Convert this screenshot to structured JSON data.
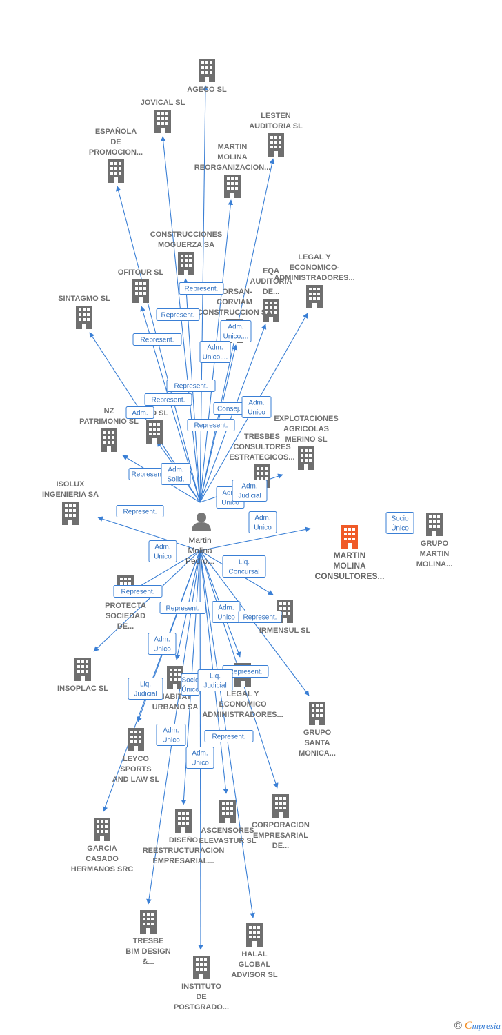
{
  "center_person": {
    "lines": [
      "Martin",
      "Molina",
      "Pedro..."
    ],
    "icon": "person-icon"
  },
  "colors": {
    "edge": "#3a7fd5",
    "building": "#6f6f6f",
    "highlight": "#f05a28",
    "label_text": "#2f6fbf"
  },
  "nodes": [
    {
      "id": "ageco",
      "lines": [
        "AGECO SL"
      ],
      "icon": "building-icon"
    },
    {
      "id": "jovical",
      "lines": [
        "JOVICAL SL"
      ],
      "icon": "building-icon"
    },
    {
      "id": "lesten",
      "lines": [
        "LESTEN",
        "AUDITORIA  SL"
      ],
      "icon": "building-icon"
    },
    {
      "id": "espanola",
      "lines": [
        "ESPAÑOLA",
        "DE",
        "PROMOCION..."
      ],
      "icon": "building-icon"
    },
    {
      "id": "mmreorg",
      "lines": [
        "MARTIN",
        "MOLINA",
        "REORGANIZACION..."
      ],
      "icon": "building-icon"
    },
    {
      "id": "construcciones",
      "lines": [
        "CONSTRUCCIONES",
        "MOGUERZA SA"
      ],
      "icon": "building-icon"
    },
    {
      "id": "legal1",
      "lines": [
        "LEGAL Y",
        "ECONOMICO-",
        "ADMINISTRADORES..."
      ],
      "icon": "building-icon"
    },
    {
      "id": "ofitour",
      "lines": [
        "OFITOUR SL"
      ],
      "icon": "building-icon"
    },
    {
      "id": "eqa",
      "lines": [
        "EQA",
        "AUDITORIA",
        "DE..."
      ],
      "icon": "building-icon"
    },
    {
      "id": "sintagmo",
      "lines": [
        "SINTAGMO  SL"
      ],
      "icon": "building-icon"
    },
    {
      "id": "corsan",
      "lines": [
        "CORSAN-",
        "CORVIAM",
        "CONSTRUCCION SA"
      ],
      "icon": "building-icon"
    },
    {
      "id": "nz",
      "lines": [
        "NZ",
        "PATRIMONIO SL"
      ],
      "icon": "building-icon"
    },
    {
      "id": "bed",
      "lines": [
        "BED SL"
      ],
      "icon": "building-icon"
    },
    {
      "id": "explotaciones",
      "lines": [
        "EXPLOTACIONES",
        "AGRICOLAS",
        "MERINO SL"
      ],
      "icon": "building-icon"
    },
    {
      "id": "tresbe_cons",
      "lines": [
        "TRESBES",
        "CONSULTORES",
        "ESTRATEGICOS..."
      ],
      "icon": "building-icon"
    },
    {
      "id": "isolux",
      "lines": [
        "ISOLUX",
        "INGENIERIA SA"
      ],
      "icon": "building-icon"
    },
    {
      "id": "mmconsultores",
      "lines": [
        "MARTIN",
        "MOLINA",
        "CONSULTORES..."
      ],
      "icon": "building-icon",
      "highlight": true
    },
    {
      "id": "grupo_mm",
      "lines": [
        "GRUPO",
        "MARTIN",
        "MOLINA..."
      ],
      "icon": "building-icon"
    },
    {
      "id": "protecta",
      "lines": [
        "PROTECTA",
        "SOCIEDAD",
        "DE..."
      ],
      "icon": "building-icon"
    },
    {
      "id": "irmensul",
      "lines": [
        "IRMENSUL SL"
      ],
      "icon": "building-icon"
    },
    {
      "id": "insoplac",
      "lines": [
        "INSOPLAC SL"
      ],
      "icon": "building-icon"
    },
    {
      "id": "habitat",
      "lines": [
        "HABITAT",
        "URBANO SA"
      ],
      "icon": "building-icon"
    },
    {
      "id": "legal2",
      "lines": [
        "LEGAL Y",
        "ECONOMICO",
        "ADMINISTRADORES..."
      ],
      "icon": "building-icon"
    },
    {
      "id": "grupo_santa",
      "lines": [
        "GRUPO",
        "SANTA",
        "MONICA..."
      ],
      "icon": "building-icon"
    },
    {
      "id": "leyco",
      "lines": [
        "LEYCO",
        "SPORTS",
        "AND LAW  SL"
      ],
      "icon": "building-icon"
    },
    {
      "id": "ascensores",
      "lines": [
        "ASCENSORES",
        "ELEVASTUR SL"
      ],
      "icon": "building-icon"
    },
    {
      "id": "corporacion",
      "lines": [
        "CORPORACION",
        "EMPRESARIAL",
        "DE..."
      ],
      "icon": "building-icon"
    },
    {
      "id": "garcia",
      "lines": [
        "GARCIA",
        "CASADO",
        "HERMANOS SRC"
      ],
      "icon": "building-icon"
    },
    {
      "id": "diseno",
      "lines": [
        "DISEÑO",
        "REESTRUCTURACION",
        "EMPRESARIAL..."
      ],
      "icon": "building-icon"
    },
    {
      "id": "tresbe_bim",
      "lines": [
        "TRESBE",
        "BIM DESIGN",
        "&..."
      ],
      "icon": "building-icon"
    },
    {
      "id": "halal",
      "lines": [
        "HALAL",
        "GLOBAL",
        "ADVISOR  SL"
      ],
      "icon": "building-icon"
    },
    {
      "id": "instituto",
      "lines": [
        "INSTITUTO",
        "DE",
        "POSTGRADO..."
      ],
      "icon": "building-icon"
    }
  ],
  "edge_labels": [
    {
      "lines": [
        "Represent."
      ]
    },
    {
      "lines": [
        "Represent."
      ]
    },
    {
      "lines": [
        "Adm.",
        "Unico,..."
      ]
    },
    {
      "lines": [
        "Represent."
      ]
    },
    {
      "lines": [
        "Adm.",
        "Unico,..."
      ]
    },
    {
      "lines": [
        "Represent."
      ]
    },
    {
      "lines": [
        "Represent."
      ]
    },
    {
      "lines": [
        "Adm."
      ]
    },
    {
      "lines": [
        "Consej."
      ]
    },
    {
      "lines": [
        "Adm.",
        "Unico"
      ]
    },
    {
      "lines": [
        "Represent."
      ]
    },
    {
      "lines": [
        "Represent."
      ]
    },
    {
      "lines": [
        "Adm.",
        "Solid."
      ]
    },
    {
      "lines": [
        "Adm.",
        "Unico"
      ]
    },
    {
      "lines": [
        "Adm.",
        "Judicial"
      ]
    },
    {
      "lines": [
        "Represent."
      ]
    },
    {
      "lines": [
        "Adm.",
        "Unico"
      ]
    },
    {
      "lines": [
        "Socio",
        "Único"
      ]
    },
    {
      "lines": [
        "Adm.",
        "Unico"
      ]
    },
    {
      "lines": [
        "Liq.",
        "Concursal"
      ]
    },
    {
      "lines": [
        "Represent."
      ]
    },
    {
      "lines": [
        "Represent."
      ]
    },
    {
      "lines": [
        "Adm.",
        "Unico"
      ]
    },
    {
      "lines": [
        "Represent."
      ]
    },
    {
      "lines": [
        "Adm.",
        "Unico"
      ]
    },
    {
      "lines": [
        "Represent."
      ]
    },
    {
      "lines": [
        "Liq.",
        "Judicial"
      ]
    },
    {
      "lines": [
        "Socio",
        "Único"
      ]
    },
    {
      "lines": [
        "Liq.",
        "Judicial"
      ]
    },
    {
      "lines": [
        "Adm.",
        "Unico"
      ]
    },
    {
      "lines": [
        "Represent."
      ]
    },
    {
      "lines": [
        "Adm.",
        "Unico"
      ]
    }
  ],
  "footer": {
    "copyright": "©",
    "brand_initial": "C",
    "brand_rest": "mpresia"
  }
}
